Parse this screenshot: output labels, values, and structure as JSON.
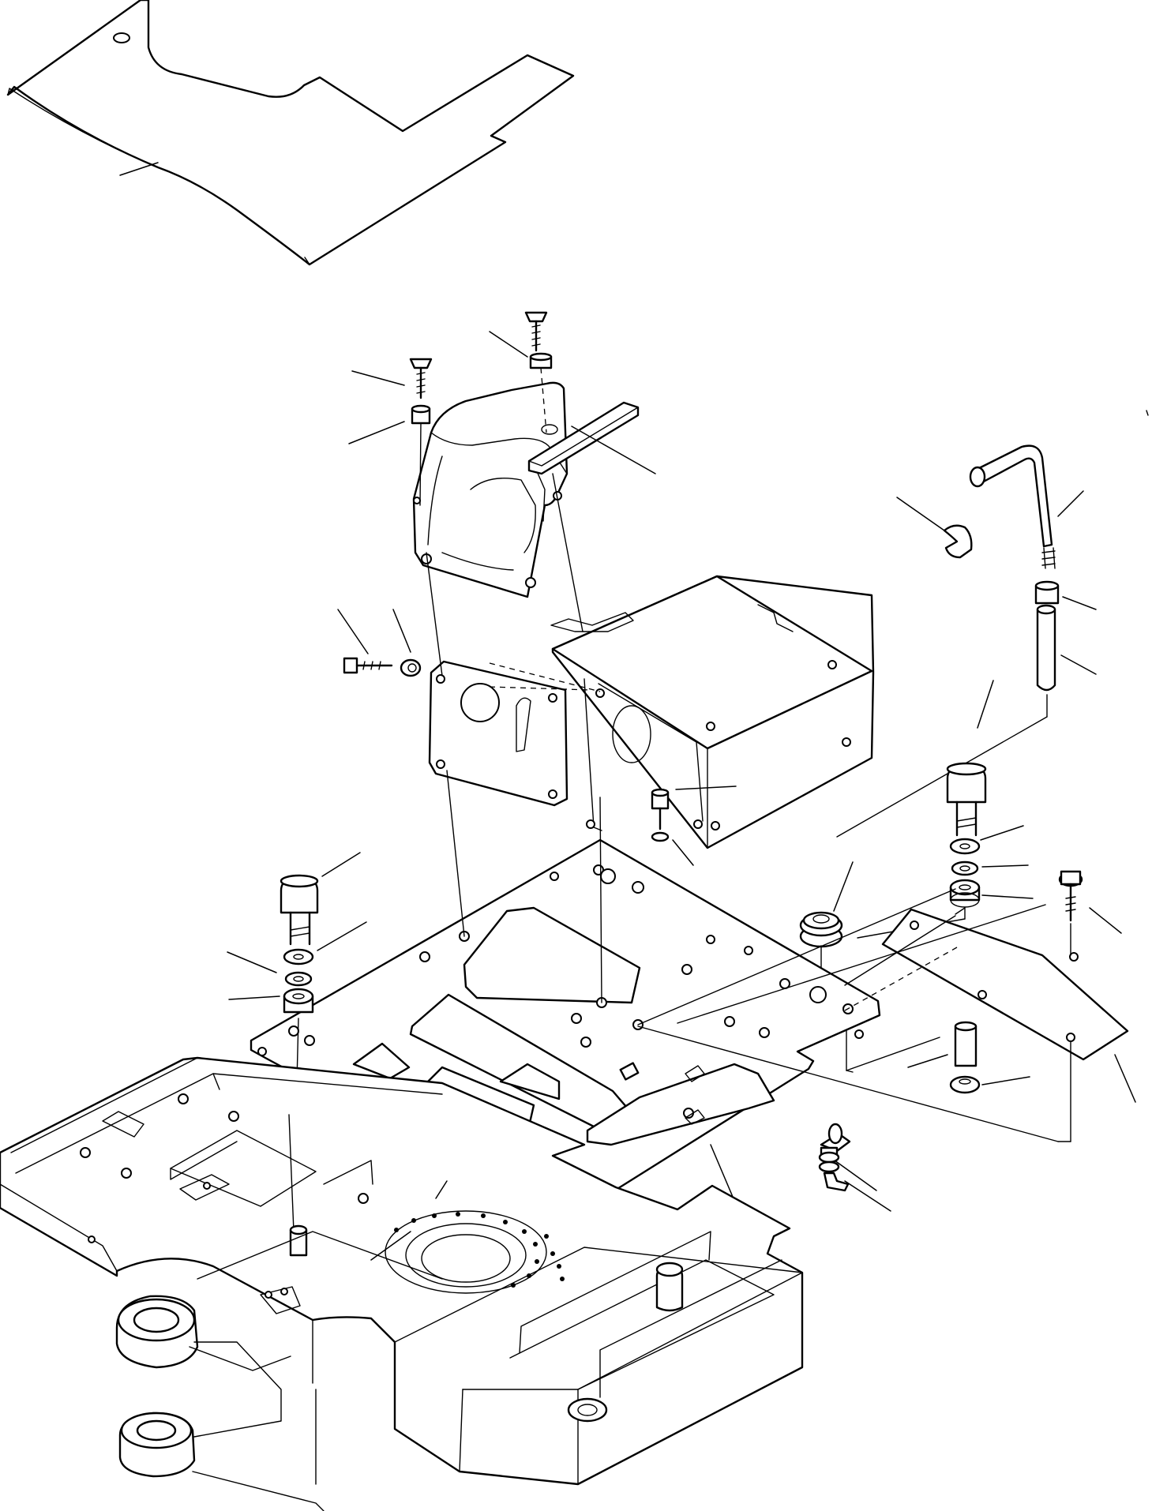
{
  "drawing": {
    "parts": [
      {
        "name": "floor-mat"
      },
      {
        "name": "upper-cover"
      },
      {
        "name": "console-box"
      },
      {
        "name": "front-plate"
      },
      {
        "name": "floor-plate"
      },
      {
        "name": "side-plate"
      },
      {
        "name": "lock-lever"
      },
      {
        "name": "lever-clip"
      },
      {
        "name": "key-switch"
      },
      {
        "name": "mounting-bolt-left"
      },
      {
        "name": "mounting-bolt-right"
      },
      {
        "name": "rubber-grommet"
      },
      {
        "name": "revolving-frame"
      }
    ]
  }
}
